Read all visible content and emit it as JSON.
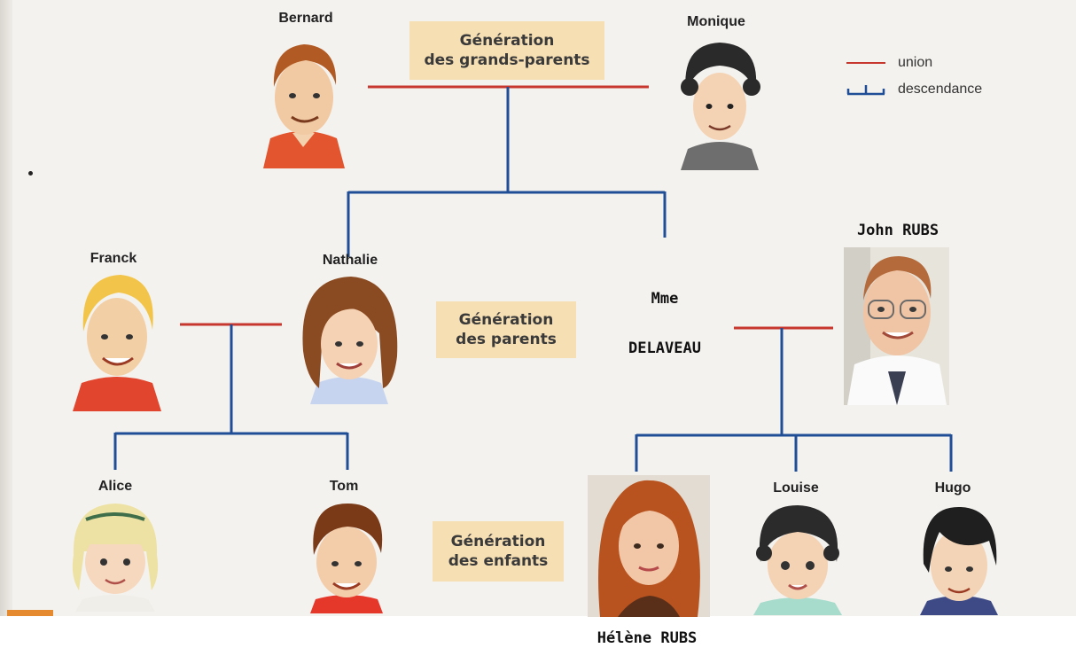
{
  "colors": {
    "union": "#c8372d",
    "descendance": "#1f4e96",
    "generation_box": "#f7dfb4"
  },
  "generations": {
    "grandparents": [
      "Génération",
      "des grands-parents"
    ],
    "parents": [
      "Génération",
      "des parents"
    ],
    "children": [
      "Génération",
      "des enfants"
    ]
  },
  "legend": {
    "union": "union",
    "descendance": "descendance"
  },
  "people": {
    "bernard": "Bernard",
    "monique": "Monique",
    "franck": "Franck",
    "nathalie": "Nathalie",
    "mme": "Mme",
    "delaveau": "DELAVEAU",
    "john": "John RUBS",
    "alice": "Alice",
    "tom": "Tom",
    "helene": "Hélène RUBS",
    "louise": "Louise",
    "hugo": "Hugo"
  }
}
